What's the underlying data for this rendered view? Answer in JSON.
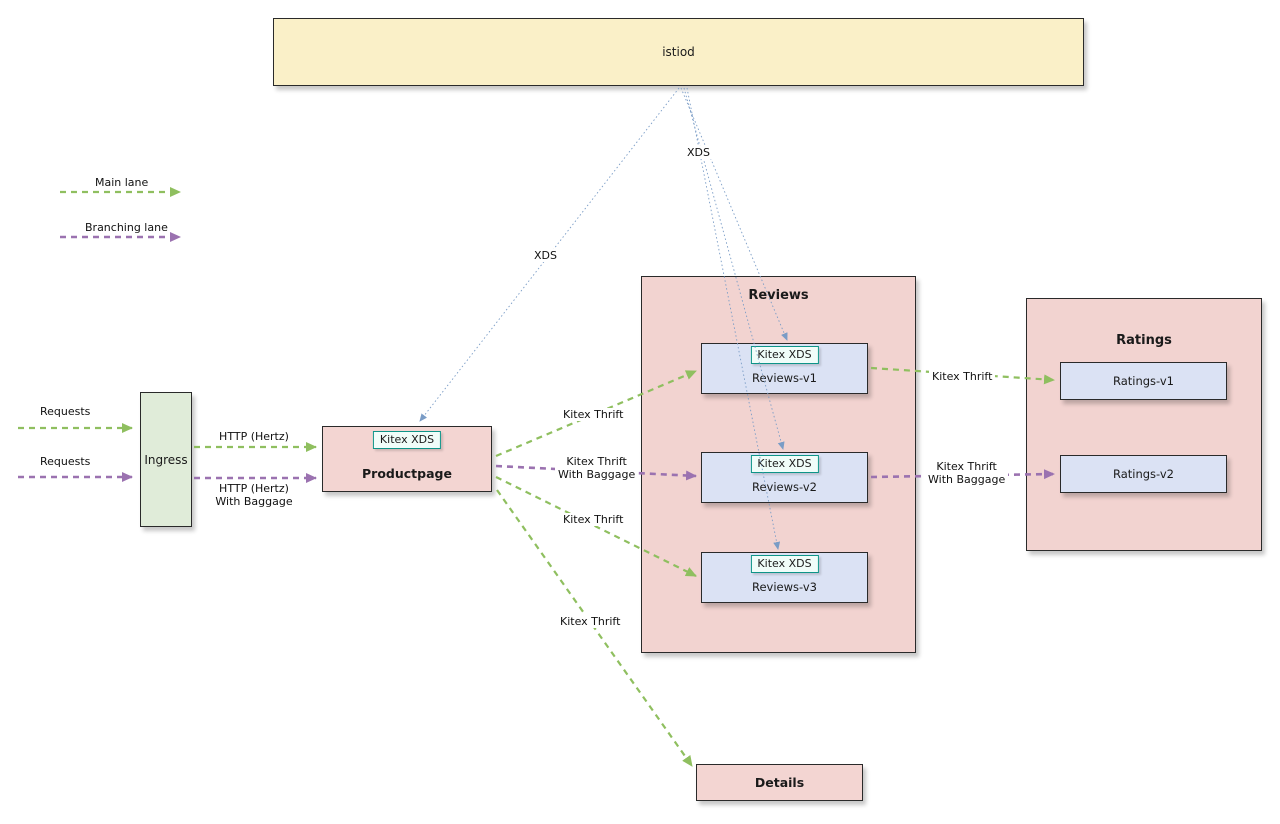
{
  "legend": {
    "main_lane": "Main lane",
    "branching_lane": "Branching lane"
  },
  "nodes": {
    "istiod": {
      "label": "istiod"
    },
    "ingress": {
      "label": "Ingress"
    },
    "productpage": {
      "label": "Productpage",
      "badge": "Kitex XDS"
    },
    "reviews_group": {
      "label": "Reviews"
    },
    "reviews_v1": {
      "label": "Reviews-v1",
      "badge": "Kitex XDS"
    },
    "reviews_v2": {
      "label": "Reviews-v2",
      "badge": "Kitex XDS"
    },
    "reviews_v3": {
      "label": "Reviews-v3",
      "badge": "Kitex XDS"
    },
    "ratings_group": {
      "label": "Ratings"
    },
    "ratings_v1": {
      "label": "Ratings-v1"
    },
    "ratings_v2": {
      "label": "Ratings-v2"
    },
    "details": {
      "label": "Details"
    }
  },
  "edge_labels": {
    "requests_main": "Requests",
    "requests_branching": "Requests",
    "http_hertz": "HTTP (Hertz)",
    "http_hertz_baggage_line1": "HTTP (Hertz)",
    "http_hertz_baggage_line2": "With Baggage",
    "kitex_thrift_v1": "Kitex Thrift",
    "kitex_thrift_v2_line1": "Kitex Thrift",
    "kitex_thrift_v2_line2": "With Baggage",
    "kitex_thrift_v3": "Kitex Thrift",
    "kitex_thrift_details": "Kitex Thrift",
    "kitex_thrift_ratings_v1": "Kitex Thrift",
    "kitex_thrift_ratings_v2_line1": "Kitex Thrift",
    "kitex_thrift_ratings_v2_line2": "With Baggage",
    "xds_productpage": "XDS",
    "xds_reviews": "XDS"
  },
  "colors": {
    "main_lane": "#8fbf5f",
    "branching_lane": "#9b72b0",
    "xds_line": "#7a9cc6",
    "istiod_fill": "#faf0c8",
    "ingress_fill": "#e0ecd9",
    "service_fill": "#f3d5d2",
    "version_fill": "#dbe2f4",
    "badge_fill": "#f0fdf9",
    "badge_border": "#0e9488"
  }
}
